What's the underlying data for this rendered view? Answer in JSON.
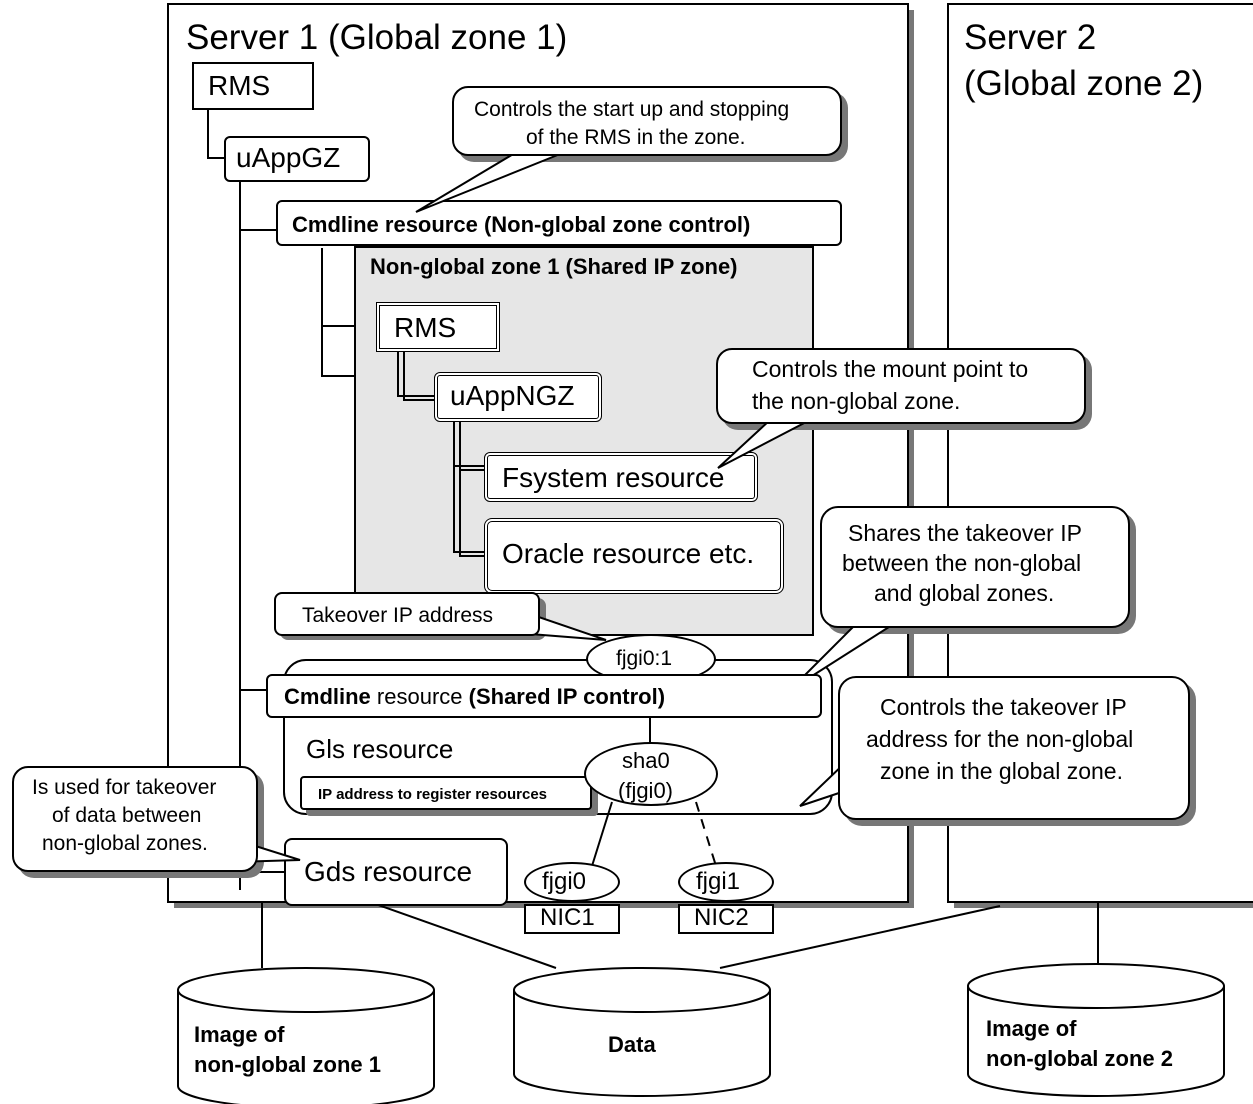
{
  "server1": {
    "title": "Server 1 (Global zone 1)"
  },
  "server2": {
    "title_line1": "Server 2",
    "title_line2": "(Global zone 2)"
  },
  "rms_gz": "RMS",
  "uapp_gz": "uAppGZ",
  "callout_rms": {
    "line1": "Controls the start up and stopping",
    "line2": "of the RMS in the zone."
  },
  "cmdline_ngz": "Cmdline resource (Non-global zone control)",
  "ngz1": {
    "title": "Non-global zone 1 (Shared IP zone)",
    "rms": "RMS",
    "uapp": "uAppNGZ",
    "fsystem": "Fsystem resource",
    "oracle": "Oracle resource etc."
  },
  "callout_mount": {
    "line1": "Controls the mount point to",
    "line2": "the non-global zone."
  },
  "callout_shares": {
    "line1": "Shares the takeover IP",
    "line2": "between the non-global",
    "line3": "and global zones."
  },
  "takeover_ip": "Takeover IP address",
  "fjgi01": "fjgi0:1",
  "cmdline_sip": {
    "bold1": "Cmdline",
    "normal": " resource ",
    "bold2": "(Shared IP control)"
  },
  "gls": "Gls resource",
  "ip_register": "IP address to register resources",
  "sha0": {
    "line1": "sha0",
    "line2": "(fjgi0)"
  },
  "callout_controls_ip": {
    "line1": "Controls the takeover IP",
    "line2": "address for the non-global",
    "line3": "zone in the global zone."
  },
  "callout_takeover_data": {
    "line1": "Is used for takeover",
    "line2": "of data between",
    "line3": "non-global zones."
  },
  "gds": "Gds resource",
  "fjgi0": "fjgi0",
  "fjgi1": "fjgi1",
  "nic1": "NIC1",
  "nic2": "NIC2",
  "disk1": {
    "line1": "Image of",
    "line2": "non-global zone 1"
  },
  "disk_data": "Data",
  "disk2": {
    "line1": "Image of",
    "line2": "non-global zone 2"
  }
}
